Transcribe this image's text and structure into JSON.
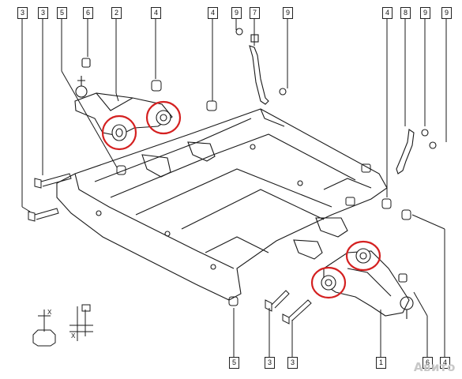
{
  "callouts": {
    "top": [
      "3",
      "3",
      "5",
      "6",
      "2",
      "4",
      "4",
      "9",
      "7",
      "9",
      "4",
      "8",
      "9",
      "9"
    ],
    "bottom": [
      "5",
      "3",
      "3",
      "1",
      "6",
      "4"
    ]
  },
  "inset": {
    "x_label": "X"
  },
  "watermark": {
    "text": "Авито"
  },
  "colors": {
    "highlight": "#d42020",
    "line": "#1a1a1a"
  }
}
